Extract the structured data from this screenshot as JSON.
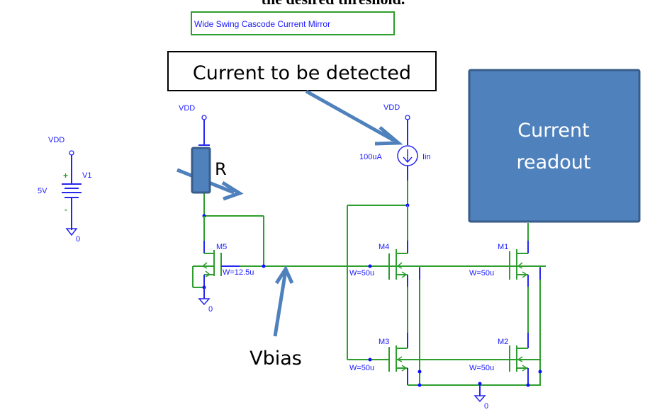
{
  "header": {
    "cut_off_title": "the desired threshold."
  },
  "title_box": {
    "text": "Wide Swing Cascode Current Mirror",
    "border_color": "#2e9e2e",
    "text_color": "#1a1aff"
  },
  "supply": {
    "rail_label": "VDD",
    "name": "V1",
    "value": "5V",
    "plus": "+",
    "minus": "-",
    "ground_label": "0"
  },
  "resistor_branch": {
    "rail_label": "VDD",
    "resistor_label": "R",
    "note": "variable resistor (arrow through it)"
  },
  "m5": {
    "name": "M5",
    "width": "W=12.5u",
    "ground_label": "0"
  },
  "current_source": {
    "rail_label": "VDD",
    "value": "100uA",
    "name": "Iin"
  },
  "transistors": [
    {
      "name": "M4",
      "width": "W=50u"
    },
    {
      "name": "M1",
      "width": "W=50u"
    },
    {
      "name": "M3",
      "width": "W=50u"
    },
    {
      "name": "M2",
      "width": "W=50u"
    }
  ],
  "bottom_ground_label": "0",
  "callouts": {
    "detect": "Current to be detected",
    "vbias": "Vbias",
    "readout_line1": "Current",
    "readout_line2": "readout"
  },
  "colors": {
    "wire_green": "#2e9e2e",
    "component_blue": "#2626f0",
    "annotation_blue": "#4f81bd",
    "annotation_blue_border": "#385d8a"
  }
}
